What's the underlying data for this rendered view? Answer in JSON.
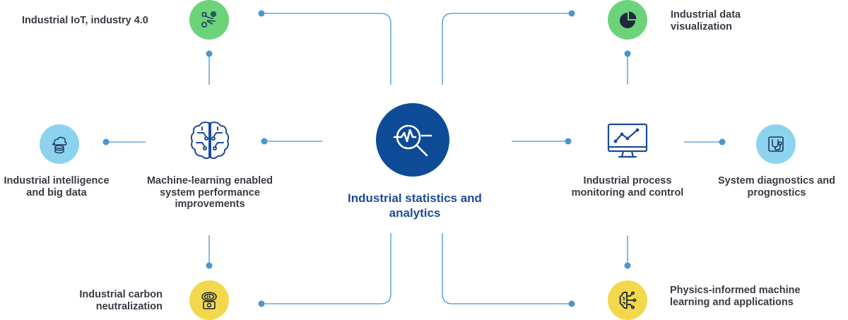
{
  "center": {
    "title": "Industrial statistics and analytics",
    "icon": "analytics-magnifier-icon",
    "color": "#0d4b97"
  },
  "colors": {
    "line": "#4a95cc",
    "green": "#6cd37a",
    "yellow": "#f3d84d",
    "light_blue": "#8dd3ef",
    "dark_blue": "#1c4c96",
    "text": "#3a3a44"
  },
  "nodes": {
    "iot": {
      "label": "Industrial IoT, industry 4.0",
      "icon": "iot-gears-icon"
    },
    "data_viz": {
      "label": "Industrial data visualization",
      "icon": "pie-chart-icon"
    },
    "big_data": {
      "label": "Industrial intelligence and big data",
      "icon": "cloud-database-icon"
    },
    "ml": {
      "label": "Machine-learning enabled system performance improvements",
      "icon": "brain-circuit-icon"
    },
    "process": {
      "label": "Industrial process monitoring and control",
      "icon": "monitor-line-chart-icon"
    },
    "diagnostics": {
      "label": "System diagnostics and prognostics",
      "icon": "stethoscope-icon"
    },
    "carbon": {
      "label": "Industrial carbon neutralization",
      "icon": "carbon-coin-icon"
    },
    "physics_ml": {
      "label": "Physics-informed machine learning and applications",
      "icon": "physics-brain-icon"
    }
  }
}
